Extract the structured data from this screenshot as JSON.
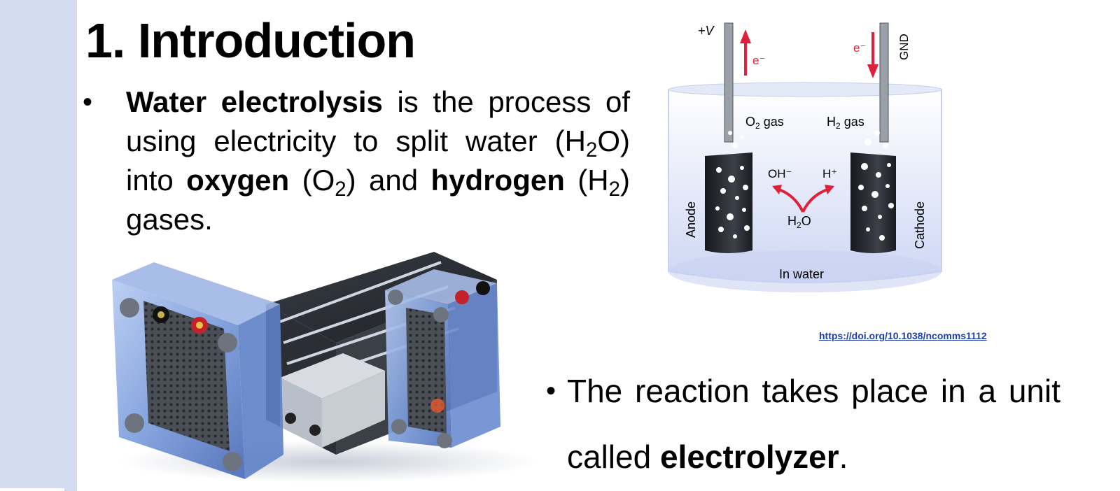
{
  "title": "1. Introduction",
  "bullet1": {
    "marker": "•",
    "term": "Water electrolysis",
    "text_a": " is the process of using electricity to split water (H",
    "sub_1": "2",
    "text_b": "O) into ",
    "oxygen": "oxygen",
    "text_c": " (O",
    "sub_2": "2",
    "text_d": ") and ",
    "hydrogen": "hydrogen",
    "text_e": " (H",
    "sub_3": "2",
    "text_f": ") gases."
  },
  "diagram": {
    "plus_v": "+V",
    "gnd": "GND",
    "e_left": "e⁻",
    "e_right": "e⁻",
    "o2_gas_o": "O",
    "o2_gas_sub": "2",
    "o2_gas_rest": " gas",
    "h2_gas_h": "H",
    "h2_gas_sub": "2",
    "h2_gas_rest": " gas",
    "oh_minus": "OH⁻",
    "h_plus": "H⁺",
    "h2o_h": "H",
    "h2o_sub": "2",
    "h2o_o": "O",
    "anode": "Anode",
    "cathode": "Cathode",
    "in_water": "In water",
    "accent_color": "#e0203a"
  },
  "doi_link": "https://doi.org/10.1038/ncomms1112",
  "bullet2": {
    "marker": "•",
    "line1": "The reaction takes place in a unit",
    "line2_pre": "called ",
    "line2_bold": "electrolyzer",
    "line2_post": "."
  }
}
